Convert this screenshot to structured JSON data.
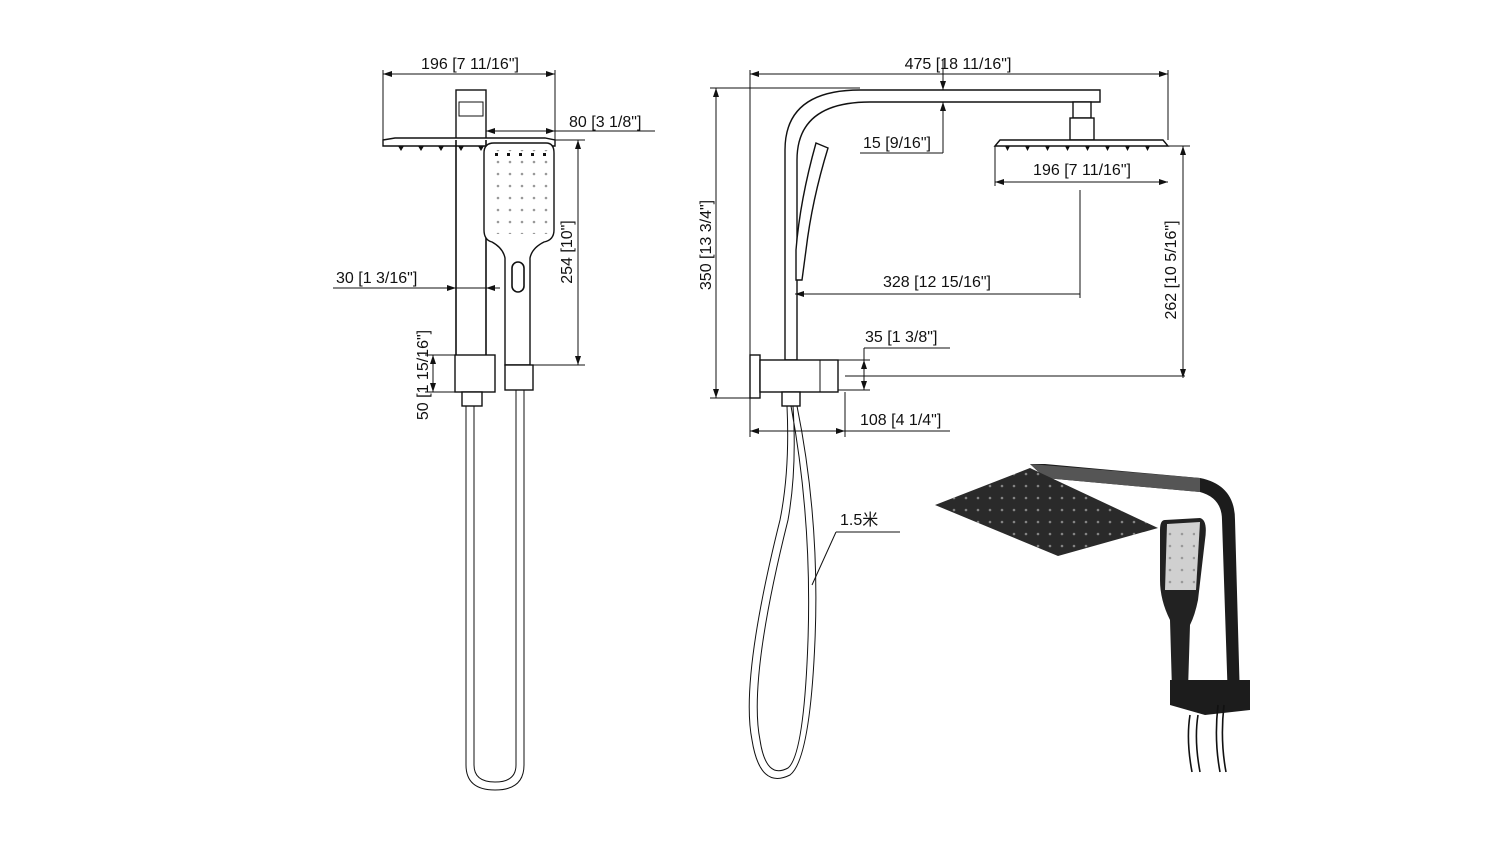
{
  "front_view": {
    "head_width": "196 [7 11/16\"]",
    "hand_offset": "80 [3 1/8\"]",
    "hand_length": "254 [10\"]",
    "rail_width": "30 [1 3/16\"]",
    "bracket_height": "50 [1 15/16\"]"
  },
  "side_view": {
    "overall_width": "475 [18 11/16\"]",
    "head_drop": "15 [9/16\"]",
    "head_width": "196 [7 11/16\"]",
    "overall_height": "350 [13 3/4\"]",
    "head_height": "262 [10 5/16\"]",
    "arm_reach": "328 [12 15/16\"]",
    "outlet_height": "35 [1 3/8\"]",
    "bracket_depth": "108 [4 1/4\"]",
    "hose_length": "1.5米"
  },
  "colors": {
    "line": "#111111",
    "product": "#1c1c1c"
  }
}
